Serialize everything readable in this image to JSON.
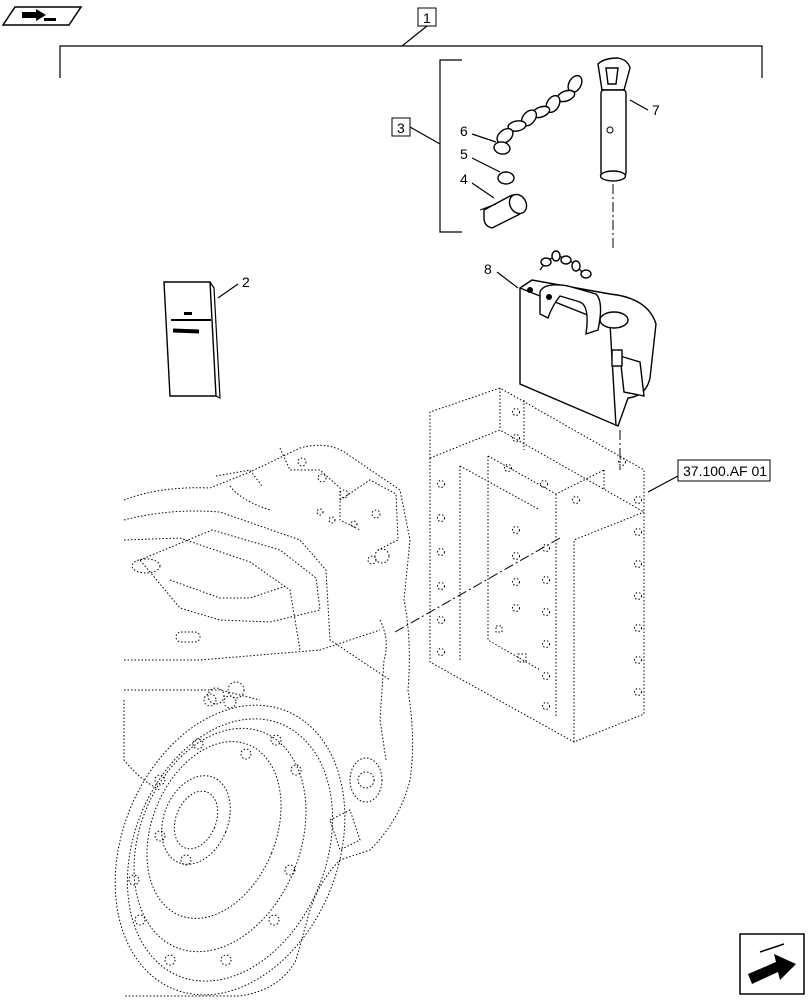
{
  "callouts": {
    "c1": "1",
    "c2": "2",
    "c3": "3",
    "c4": "4",
    "c5": "5",
    "c6": "6",
    "c7": "7",
    "c8": "8"
  },
  "reference": {
    "code": "37.100.AF 01"
  },
  "icons": {
    "top_left": "book-pointer-icon",
    "bottom_right": "next-page-arrow-icon"
  }
}
